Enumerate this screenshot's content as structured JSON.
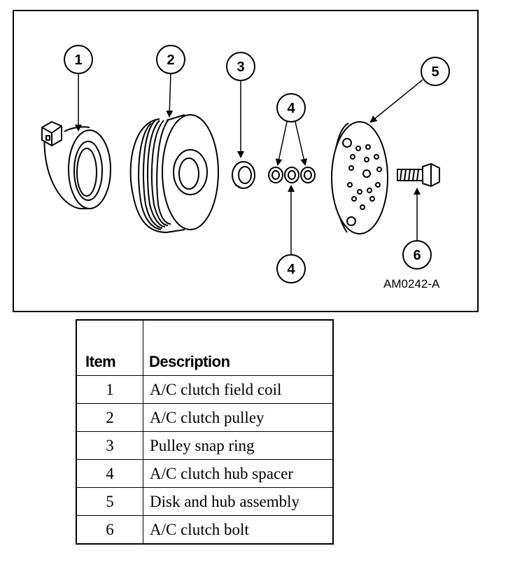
{
  "diagram": {
    "figure_id": "AM0242-A",
    "callouts": [
      "1",
      "2",
      "3",
      "4",
      "4",
      "5",
      "6"
    ]
  },
  "table": {
    "headers": {
      "item": "Item",
      "description": "Description"
    },
    "rows": [
      {
        "item": "1",
        "description": "A/C clutch field coil"
      },
      {
        "item": "2",
        "description": "A/C clutch pulley"
      },
      {
        "item": "3",
        "description": "Pulley snap ring"
      },
      {
        "item": "4",
        "description": "A/C clutch hub spacer"
      },
      {
        "item": "5",
        "description": "Disk and hub assembly"
      },
      {
        "item": "6",
        "description": "A/C clutch bolt"
      }
    ]
  }
}
